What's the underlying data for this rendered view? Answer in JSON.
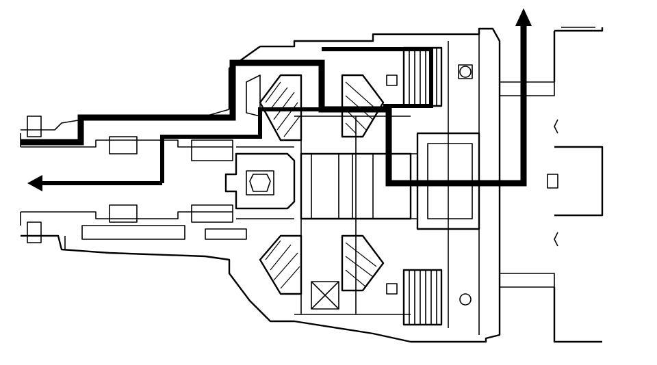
{
  "diagram": {
    "kind": "power-flow cross-section",
    "style": "black line drawing on white background",
    "colors": {
      "background": "#ffffff",
      "line": "#000000",
      "flow_path": "#000000"
    },
    "flow_paths": [
      {
        "id": "output-left",
        "direction": "left",
        "arrowhead": "arrow-left-icon"
      },
      {
        "id": "output-up",
        "direction": "up",
        "arrowhead": "arrow-up-icon"
      }
    ]
  }
}
